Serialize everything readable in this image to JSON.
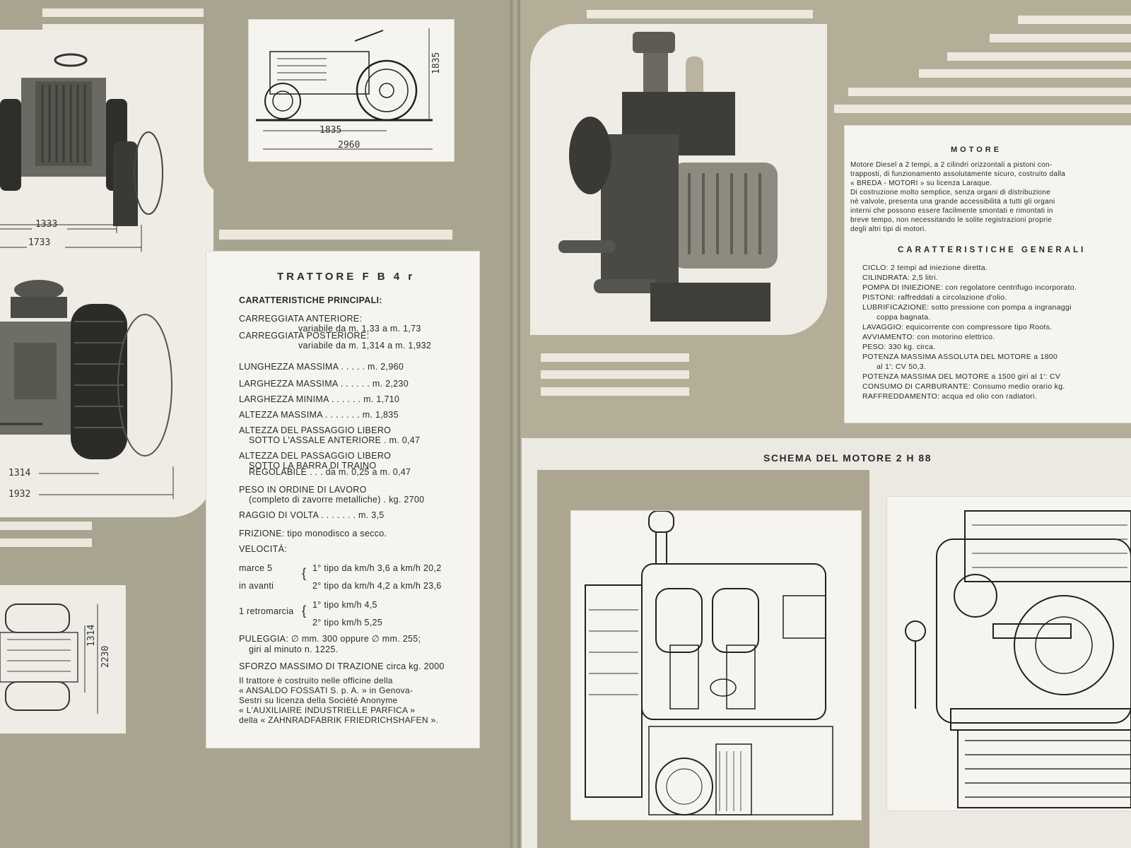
{
  "drawings": {
    "front_view": {
      "dim_1": "1333",
      "dim_2": "1733"
    },
    "rear_view": {
      "dim_1": "1314",
      "dim_2": "1932"
    },
    "top_view": {
      "dim_1": "1314",
      "dim_2": "2230"
    },
    "side_view": {
      "dim_height": "1835",
      "dim_wheelbase": "1835",
      "dim_length": "2960"
    }
  },
  "tractor": {
    "title": "TRATTORE F B 4 r",
    "subtitle": "CARATTERISTICHE PRINCIPALI:",
    "specs": [
      {
        "label": "CARREGGIATA ANTERIORE:",
        "detail": "variabile da m. 1,33 a m. 1,73"
      },
      {
        "label": "CARREGGIATA POSTERIORE:",
        "detail": "variabile da m. 1,314 a m. 1,932"
      },
      {
        "label": "LUNGHEZZA MASSIMA . . . . . m. 2,960",
        "detail": ""
      },
      {
        "label": "LARGHEZZA MASSIMA . . . . . . m. 2,230",
        "detail": ""
      },
      {
        "label": "LARGHEZZA MINIMA . . . . . . m. 1,710",
        "detail": ""
      },
      {
        "label": "ALTEZZA MASSIMA . . . . . . . m. 1,835",
        "detail": ""
      },
      {
        "label": "ALTEZZA DEL PASSAGGIO LIBERO",
        "detail": "SOTTO L'ASSALE ANTERIORE . m. 0,47"
      },
      {
        "label": "ALTEZZA DEL PASSAGGIO LIBERO",
        "detail": "SOTTO LA BARRA DI TRAINO"
      },
      {
        "label": "",
        "detail": "REGOLABILE . . . da m. 0,25 a m. 0,47"
      },
      {
        "label": "PESO IN ORDINE DI LAVORO",
        "detail": "(completo di zavorre metalliche) . kg. 2700"
      },
      {
        "label": "RAGGIO DI VOLTA . . . . . . . m. 3,5",
        "detail": ""
      },
      {
        "label": "FRIZIONE: tipo monodisco a secco.",
        "detail": ""
      },
      {
        "label": "VELOCITÀ:",
        "detail": ""
      }
    ],
    "gears": {
      "forward_label_1": "marce 5",
      "forward_label_2": "in avanti",
      "forward_1": "1° tipo da km/h 3,6 a km/h 20,2",
      "forward_2": "2° tipo da km/h 4,2 a km/h 23,6",
      "reverse_label": "1 retromarcia",
      "reverse_1": "1° tipo km/h 4,5",
      "reverse_2": "2° tipo km/h 5,25"
    },
    "pulley_1": "PULEGGIA: ∅ mm. 300 oppure ∅ mm. 255;",
    "pulley_2": "giri al minuto n. 1225.",
    "traction": "SFORZO MASSIMO DI TRAZIONE circa kg. 2000",
    "footer": [
      "Il trattore è costruito nelle officine della",
      "« ANSALDO FOSSATI S. p. A. » in Genova-",
      "Sestri su licenza della Société Anonyme",
      "« L'AUXILIAIRE INDUSTRIELLE PARFICA »",
      "della « ZAHNRADFABRIK FRIEDRICHSHAFEN »."
    ]
  },
  "motore": {
    "title": "MOTORE",
    "description": [
      "Motore Diesel a 2 tempi, a 2 cilindri orizzontali a pistoni con-",
      "trapposti, di funzionamento assolutamente sicuro, costruito dalla",
      "« BREDA - MOTORI » su licenza Laraque.",
      "Di costruzione molto semplice, senza organi di distribuzione",
      "nè valvole, presenta una grande accessibilità a tutti gli organi",
      "interni che possono essere facilmente smontati e rimontati in",
      "breve tempo, non necessitando le solite registrazioni proprie",
      "degli altri tipi di motori."
    ],
    "general_title": "CARATTERISTICHE GENERALI",
    "general": [
      "CICLO: 2 tempi ad iniezione diretta.",
      "CILINDRATA: 2,5 litri.",
      "POMPA DI INIEZIONE: con regolatore centrifugo incorporato.",
      "PISTONI: raffreddati a circolazione d'olio.",
      "LUBRIFICAZIONE: sotto pressione con pompa a ingranaggi",
      "coppa bagnata.",
      "LAVAGGIO: equicorrente con compressore tipo Roots.",
      "AVVIAMENTO: con motorino elettrico.",
      "PESO: 330 kg. circa.",
      "POTENZA MASSIMA ASSOLUTA DEL MOTORE a 1800",
      "al 1': CV 50,3.",
      "POTENZA MASSIMA DEL MOTORE a 1500 giri al 1': CV",
      "CONSUMO DI CARBURANTE: Consumo medio orario kg.",
      "RAFFREDDAMENTO: acqua ed olio con radiatori."
    ]
  },
  "schema": {
    "title": "SCHEMA DEL MOTORE 2 H 88"
  }
}
